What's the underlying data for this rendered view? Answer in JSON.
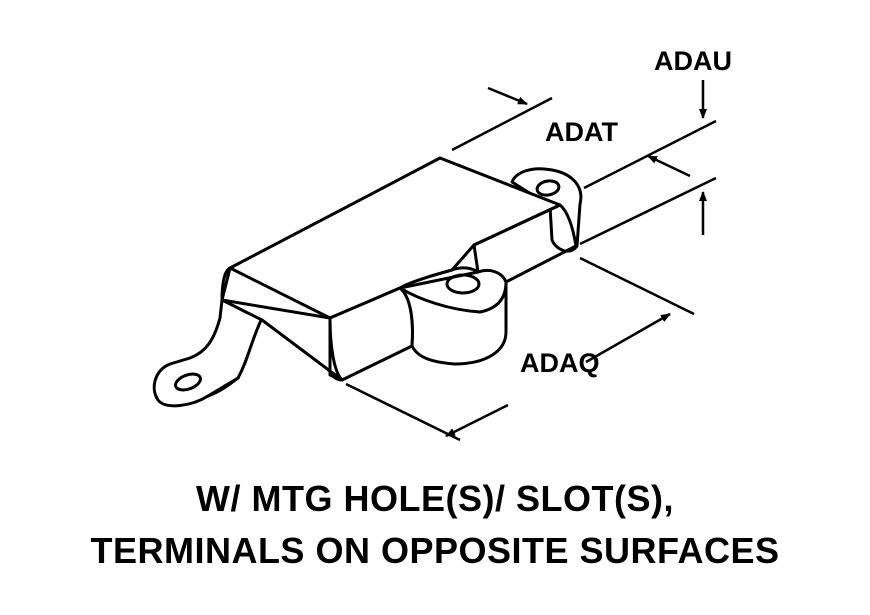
{
  "diagram": {
    "dimension_labels": {
      "adau": "ADAU",
      "adat": "ADAT",
      "adaq": "ADAQ"
    },
    "caption": {
      "line1": "W/ MTG HOLE(S)/ SLOT(S),",
      "line2": "TERMINALS ON OPPOSITE SURFACES"
    },
    "colors": {
      "ink": "#000000",
      "background": "#ffffff"
    }
  }
}
